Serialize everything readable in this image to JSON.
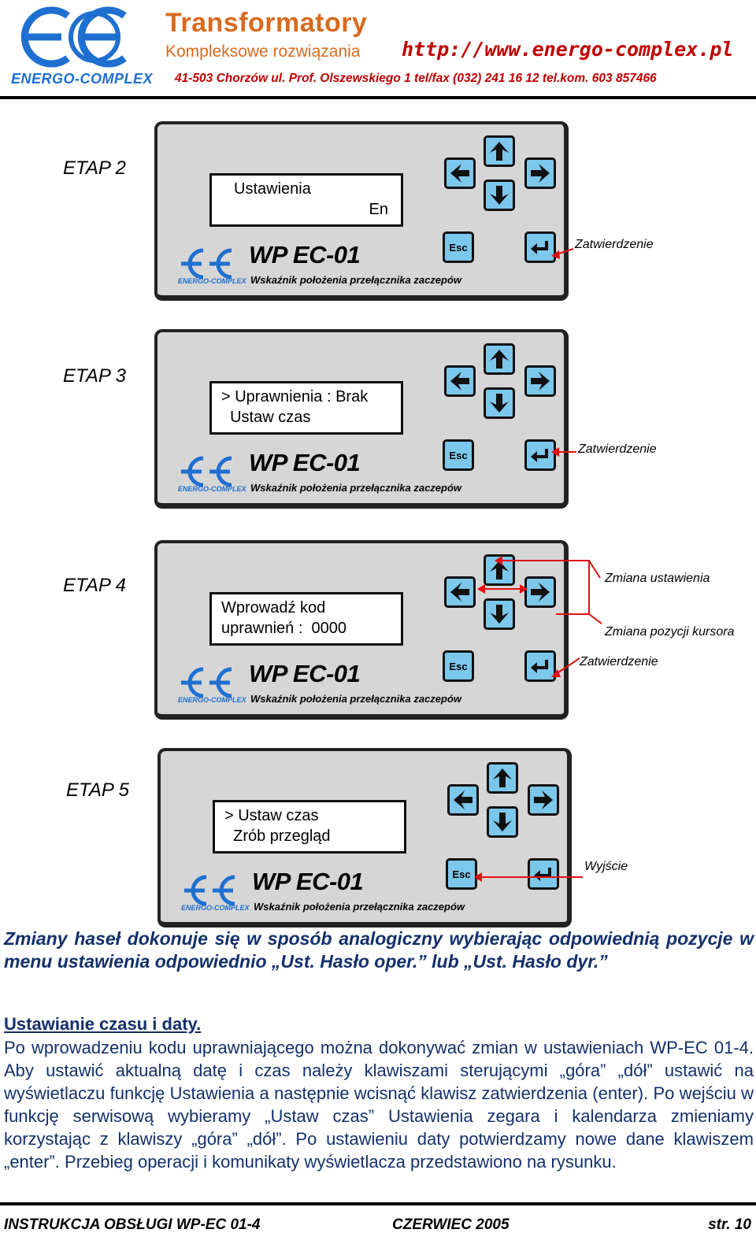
{
  "header": {
    "brand": "ENERGO-COMPLEX",
    "title": "Transformatory",
    "subtitle": "Kompleksowe rozwiązania",
    "url": "http://www.energo-complex.pl",
    "address": "41-503 Chorzów ul. Prof. Olszewskiego 1 tel/fax (032) 241 16 12 tel.kom. 603 857466"
  },
  "device": {
    "model": "WP EC-01",
    "subtitle": "Wskaźnik położenia przełącznika zaczepów",
    "brand": "ENERGO-COMPLEX",
    "esc_label": "Esc"
  },
  "stages": [
    {
      "label": "ETAP 2",
      "lcd_line1": "Ustawienia",
      "lcd_line2": "En",
      "callout_enter": "Zatwierdzenie"
    },
    {
      "label": "ETAP 3",
      "lcd_line1": "> Uprawnienia : Brak",
      "lcd_line2": "  Ustaw czas",
      "callout_enter": "Zatwierdzenie"
    },
    {
      "label": "ETAP 4",
      "lcd_line1": "Wprowadź kod",
      "lcd_line2": "uprawnień :  0000",
      "callout_updown": "Zmiana ustawienia",
      "callout_leftright": "Zmiana pozycji kursora",
      "callout_enter": "Zatwierdzenie"
    },
    {
      "label": "ETAP 5",
      "lcd_line1": "> Ustaw czas",
      "lcd_line2": "  Zrób przegląd",
      "callout_esc": "Wyjście"
    }
  ],
  "body": {
    "note": "Zmiany haseł dokonuje się w sposób analogiczny wybierając odpowiednią pozycje w menu ustawienia odpowiednio „Ust. Hasło oper.” lub „Ust. Hasło dyr.”",
    "section_heading": "Ustawianie czasu i daty.",
    "paragraph": "Po wprowadzeniu kodu uprawniającego można dokonywać zmian w ustawieniach WP-EC 01-4. Aby ustawić aktualną datę i czas należy klawiszami sterującymi „góra” „dół” ustawić na wyświetlaczu funkcję Ustawienia a następnie wcisnąć klawisz zatwierdzenia (enter). Po wejściu w funkcję serwisową wybieramy „Ustaw czas” Ustawienia zegara i kalendarza zmieniamy korzystając z klawiszy „góra” „dół”. Po ustawieniu daty potwierdzamy nowe dane klawiszem „enter”. Przebieg operacji i komunikaty wyświetlacza przedstawiono na rysunku."
  },
  "footer": {
    "doc": "INSTRUKCJA OBSŁUGI WP-EC 01-4",
    "date": "CZERWIEC 2005",
    "page": "str. 10"
  },
  "colors": {
    "brand_blue": "#1e6fd0",
    "header_orange": "#d96a1e",
    "header_red": "#c00000",
    "key_blue": "#7cc7ec",
    "text_navy": "#13306b",
    "callout_red": "#e01010"
  }
}
